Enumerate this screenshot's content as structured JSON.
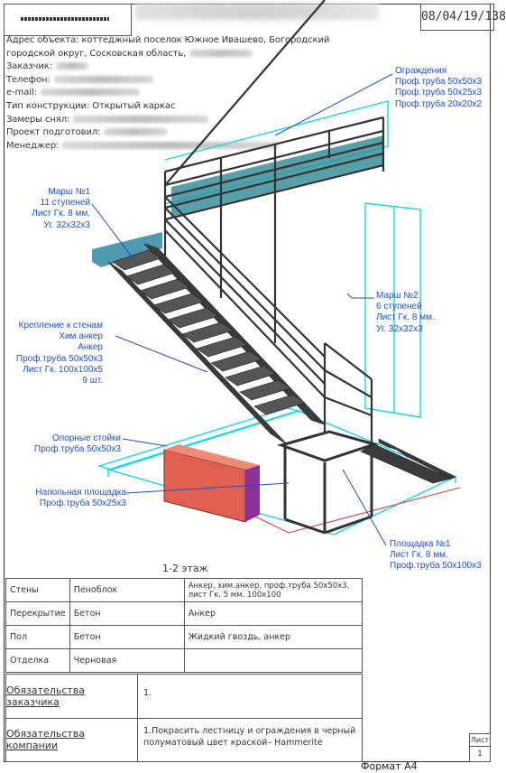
{
  "header": {
    "doc_id": "08/04/19/138"
  },
  "info": {
    "address_line1": "Адрес объекта: коттеджный поселок Южное Ивашево, Богородский",
    "address_line2": "городской округ, Сосковская область,",
    "customer": "Заказчик:",
    "phone": "Телефон:",
    "email": "e-mail:",
    "construction_type": "Тип конструкции: Открытый каркас",
    "measured_by": "Замеры снял:",
    "project_by": "Проект подготовил:",
    "manager": "Менеджер:"
  },
  "callouts": {
    "railing": "Ограждения\nПроф.труба 50x50x3\nПроф.труба 50x25x3\nПроф.труба 20x20x2",
    "flight1": "Марш №1\n11 ступеней\nЛист Гк. 8 мм.\nУг. 32x32x3",
    "flight2": "Марш №2\n6 ступеней\nЛист Гк. 8 мм.\nУг. 32x32x3",
    "wall_mount": "Крепление к стенам\nХим.анкер\nАнкер\nПроф.труба 50x50x3\nЛист Гк. 100x100x5\n9 шт.",
    "support_posts": "Опорные стойки\nПроф.труба 50x50x3",
    "floor_platform": "Напольная площадка\nПроф.труба 50x25x3",
    "landing1": "Площадка №1\nЛист Гк. 8 мм.\nПроф.труба 50x100x3"
  },
  "caption": "1-2 этаж",
  "spec_table": {
    "rows": [
      {
        "name": "Стены",
        "material": "Пеноблок",
        "fastening": "Анкер, хим.анкер, проф.труба 50x50x3, лист Гк. 5 мм. 100x100"
      },
      {
        "name": "Перекрытие",
        "material": "Бетон",
        "fastening": "Анкер"
      },
      {
        "name": "Пол",
        "material": "Бетон",
        "fastening": "Жидкий гвоздь, анкер"
      },
      {
        "name": "Отделка",
        "material": "Черновая",
        "fastening": ""
      }
    ]
  },
  "obligations": {
    "customer_label": "Обязательства заказчика",
    "customer_text": "1.",
    "company_label": "Обязательства компании",
    "company_text": "1.Покрасить лестницу и ограждения в черный полуматовый цвет краской– Hammerite"
  },
  "sheet": {
    "label": "Лист",
    "number": "1"
  },
  "format": "Формат А4",
  "colors": {
    "callout_blue": "#1d4fd0",
    "outline_cyan": "#18d8e6",
    "wall_teal": "#3a8f9a",
    "red_block": "#e06050"
  }
}
